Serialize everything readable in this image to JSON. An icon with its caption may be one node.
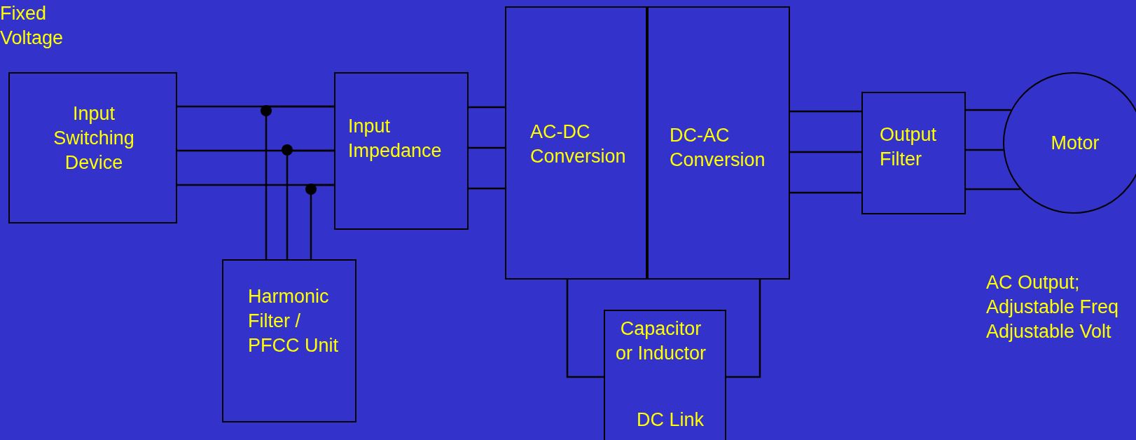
{
  "diagram": {
    "nodes": [
      {
        "text": [
          "Input Switching Device"
        ]
      },
      {
        "text": [
          "Input Impedance"
        ]
      },
      {
        "text": [
          "Harmonic Filter / PFCC Unit"
        ]
      },
      {
        "text": [
          "AC-DC Conversion"
        ]
      },
      {
        "text": [
          "DC-AC Conversion"
        ]
      },
      {
        "text": [
          "Capacitor or Inductor",
          "DC Link"
        ]
      },
      {
        "text": [
          "Output Filter"
        ]
      },
      {
        "text": [
          "Motor"
        ]
      }
    ],
    "edges": [
      {
        "from": 0,
        "to": 1,
        "arrow": "none"
      },
      {
        "from": 0,
        "to": 1,
        "arrow": "none"
      },
      {
        "from": 0,
        "to": 1,
        "arrow": "none"
      },
      {
        "from": 2,
        "to": 1,
        "arrow": "none"
      },
      {
        "from": 2,
        "to": 1,
        "arrow": "none"
      },
      {
        "from": 2,
        "to": 1,
        "arrow": "none"
      },
      {
        "from": 1,
        "to": 3,
        "arrow": "none"
      },
      {
        "from": 1,
        "to": 3,
        "arrow": "none"
      },
      {
        "from": 1,
        "to": 3,
        "arrow": "none"
      },
      {
        "from": 3,
        "to": 5,
        "arrow": "none"
      },
      {
        "from": 4,
        "to": 5,
        "arrow": "none"
      },
      {
        "from": 4,
        "to": 6,
        "arrow": "none"
      },
      {
        "from": 4,
        "to": 6,
        "arrow": "none"
      },
      {
        "from": 4,
        "to": 6,
        "arrow": "none"
      },
      {
        "from": 6,
        "to": 7,
        "arrow": "none"
      },
      {
        "from": 6,
        "to": 7,
        "arrow": "none"
      },
      {
        "from": 6,
        "to": 7,
        "arrow": "none"
      }
    ],
    "labels": [
      "Fixed Voltage",
      "AC Output; Adjustable Freq Adjustable Volt"
    ]
  }
}
